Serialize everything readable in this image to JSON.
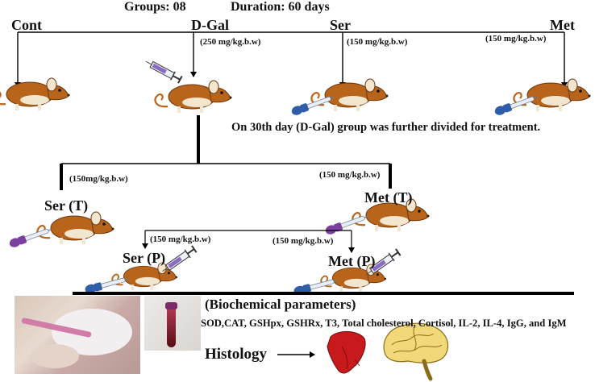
{
  "header": {
    "groups": "Groups: 08",
    "duration": "Duration: 60 days"
  },
  "groups_top": {
    "cont": "Cont",
    "dgal": "D-Gal",
    "ser": "Ser",
    "met": "Met"
  },
  "doses": {
    "dgal": "(250 mg/kg.b.w)",
    "ser": "(150 mg/kg.b.w)",
    "met": "(150 mg/kg.b.w)",
    "ser_t": "(150mg/kg.b.w)",
    "met_t": "(150 mg/kg.b.w)",
    "ser_p": "(150 mg/kg.b.w)",
    "met_p": "(150 mg/kg.b.w)"
  },
  "note": "On 30th  day (D-Gal) group was further divided for treatment.",
  "treatment_groups": {
    "ser_t": "Ser (T)",
    "met_t": "Met (T)",
    "ser_p": "Ser (P)",
    "met_p": "Met (P)"
  },
  "biochemical": {
    "title": "(Biochemical parameters)",
    "list": "SOD,CAT, GSHpx, GSHRx, T3, Total cholesterol, Cortisol, IL-2, IL-4, IgG, and IgM"
  },
  "histology": "Histology",
  "colors": {
    "rat_body": "#b8641a",
    "rat_light": "#f3e6cf",
    "line": "#000000",
    "liver": "#c8191c",
    "brain": "#f1d97a",
    "dropper_purple": "#7b3fa0",
    "dropper_blue": "#2f5da8"
  }
}
